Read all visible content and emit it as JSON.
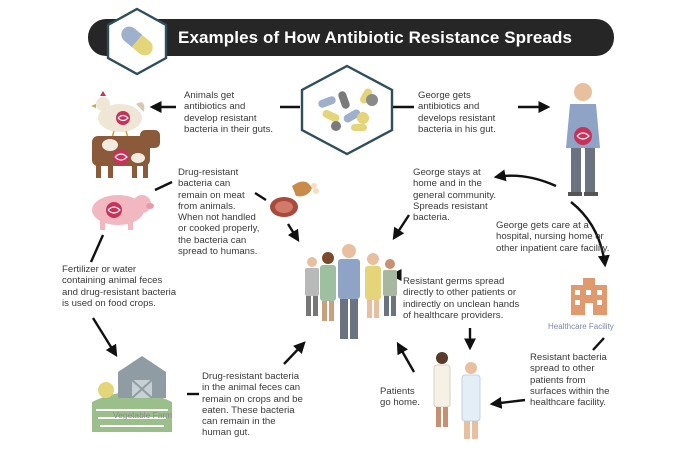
{
  "title": "Examples of How Antibiotic Resistance Spreads",
  "texts": {
    "animals_get": "Animals get\nantibiotics and\ndevelop resistant\nbacteria in their guts.",
    "george_gets": "George gets\nantibiotics and\ndevelops resistant\nbacteria in his gut.",
    "drug_resistant_meat": "Drug-resistant\nbacteria can\nremain on meat\nfrom animals.\nWhen not handled\nor cooked properly,\nthe bacteria can\nspread to humans.",
    "george_stays": "George stays at\nhome and in the\ngeneral community.\nSpreads resistant\nbacteria.",
    "george_care": "George gets care at a\nhospital, nursing home or\nother inpatient care facility.",
    "fertilizer": "Fertilizer or water\ncontaining animal feces\nand drug-resistant bacteria\nis used on food crops.",
    "resistant_germs": "Resistant germs spread\ndirectly to other patients or\nindirectly on unclean hands\nof healthcare providers.",
    "drug_resistant_feces": "Drug-resistant bacteria\nin the animal feces can\nremain on crops and be\neaten. These bacteria\ncan remain in the\nhuman gut.",
    "patients_home": "Patients\ngo home.",
    "resistant_surfaces": "Resistant bacteria\nspread to other\npatients from\nsurfaces within the\nhealthcare facility."
  },
  "labels": {
    "vegetable_farm": "Vegetable Farm",
    "healthcare_facility": "Healthcare Facility"
  },
  "colors": {
    "banner": "#262626",
    "hex_outline": "#2f4f5c",
    "pill_yellow": "#e4d57a",
    "pill_blue": "#9fb0cc",
    "pill_gray": "#7a7a7a",
    "gut_red": "#c8325a",
    "shirt_blue": "#8fa3c7",
    "pig_pink": "#f2b8c2",
    "cow_brown": "#8a5a3a",
    "building": "#e09a6e",
    "farm_green": "#9bbf8a"
  },
  "icons": [
    "antibiotic-capsule-icon",
    "pills-icon",
    "chicken-icon",
    "cow-icon",
    "pig-icon",
    "meat-icon",
    "george-icon",
    "crowd-icon",
    "barn-icon",
    "hospital-building-icon",
    "patients-icon"
  ]
}
